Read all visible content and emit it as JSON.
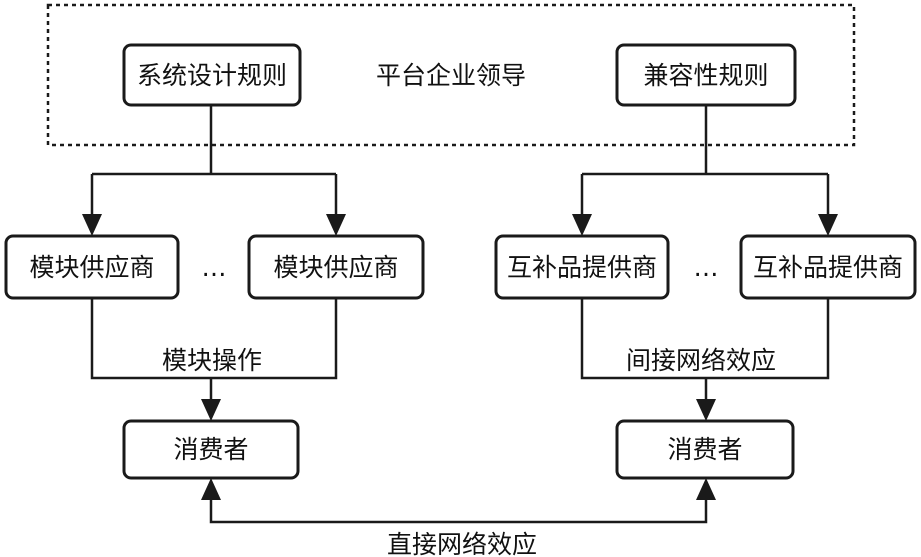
{
  "frame": {
    "label": "平台企业领导"
  },
  "nodes": {
    "system_design_rules": "系统设计规则",
    "compatibility_rules": "兼容性规则",
    "module_supplier_left": "模块供应商",
    "module_supplier_right": "模块供应商",
    "complement_provider_left": "互补品提供商",
    "complement_provider_right": "互补品提供商",
    "consumer_left": "消费者",
    "consumer_right": "消费者"
  },
  "ellipsis": {
    "left": "…",
    "right": "…"
  },
  "edge_labels": {
    "module_operation": "模块操作",
    "indirect_network_effect": "间接网络效应",
    "direct_network_effect": "直接网络效应"
  }
}
